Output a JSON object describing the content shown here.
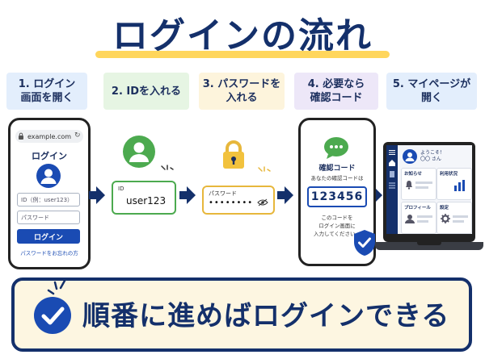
{
  "title": "ログインの流れ",
  "steps": [
    {
      "label": "1. ログイン\n画面を開く"
    },
    {
      "label": "2. IDを入れる"
    },
    {
      "label": "3. パスワードを\n入れる"
    },
    {
      "label": "4. 必要なら\n確認コード"
    },
    {
      "label": "5. マイページが\n開く"
    }
  ],
  "login_screen": {
    "url": "example.com",
    "heading": "ログイン",
    "id_placeholder": "ID（例：user123）",
    "password_placeholder": "パスワード",
    "login_button": "ログイン",
    "forgot_link": "パスワードをお忘れの方"
  },
  "id_entry": {
    "label": "ID",
    "value": "user123"
  },
  "password_entry": {
    "label": "パスワード",
    "value": "••••••••"
  },
  "verification": {
    "title": "確認コード",
    "subtitle": "あなたの確認コードは",
    "code": "123456",
    "instruction": "このコードを\nログイン画面に\n入力してください。"
  },
  "mypage": {
    "welcome_line1": "ようこそ！",
    "welcome_line2": "〇〇 さん",
    "cards": [
      "お知らせ",
      "利用状況",
      "プロフィール",
      "設定"
    ]
  },
  "banner": {
    "text": "順番に進めばログインできる"
  },
  "colors": {
    "navy": "#14306b",
    "primary_blue": "#1a4bb3",
    "green": "#4caa4f",
    "gold": "#e7b73c",
    "highlight_yellow": "#ffd65c",
    "banner_bg": "#fdf6e1"
  },
  "icons": {
    "user": "user-icon",
    "lock": "lock-icon",
    "message": "message-bubble-icon",
    "shield": "shield-check-icon",
    "check": "check-circle-icon",
    "arrow": "arrow-right-icon"
  }
}
